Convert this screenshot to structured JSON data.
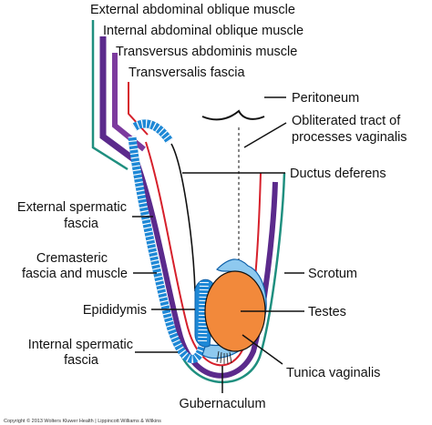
{
  "colors": {
    "external_oblique": "#1f8f7f",
    "internal_oblique": "#5b2a8c",
    "transversus": "#7c3a9e",
    "transversalis": "#d6202b",
    "cremaster_blue": "#1e88d6",
    "cremaster_stripe": "#0d5fa8",
    "tunica": "#8ec9ef",
    "testis": "#f2893b",
    "line": "#111111"
  },
  "labels": {
    "external_abdominal_oblique": "External abdominal oblique muscle",
    "internal_abdominal_oblique": "Internal abdominal oblique muscle",
    "transversus_abdominis": "Transversus abdominis muscle",
    "transversalis_fascia": "Transversalis fascia",
    "peritoneum": "Peritoneum",
    "obliterated_tract_1": "Obliterated tract of",
    "obliterated_tract_2": "processes vaginalis",
    "ductus_deferens": "Ductus deferens",
    "external_spermatic_1": "External spermatic",
    "external_spermatic_2": "fascia",
    "cremasteric_1": "Cremasteric",
    "cremasteric_2": "fascia and muscle",
    "scrotum": "Scrotum",
    "epididymis": "Epididymis",
    "testes": "Testes",
    "internal_spermatic_1": "Internal spermatic",
    "internal_spermatic_2": "fascia",
    "tunica_vaginalis": "Tunica vaginalis",
    "gubernaculum": "Gubernaculum",
    "copyright": "Copyright © 2013 Wolters Kluwer Health | Lippincott Williams & Wilkins"
  }
}
